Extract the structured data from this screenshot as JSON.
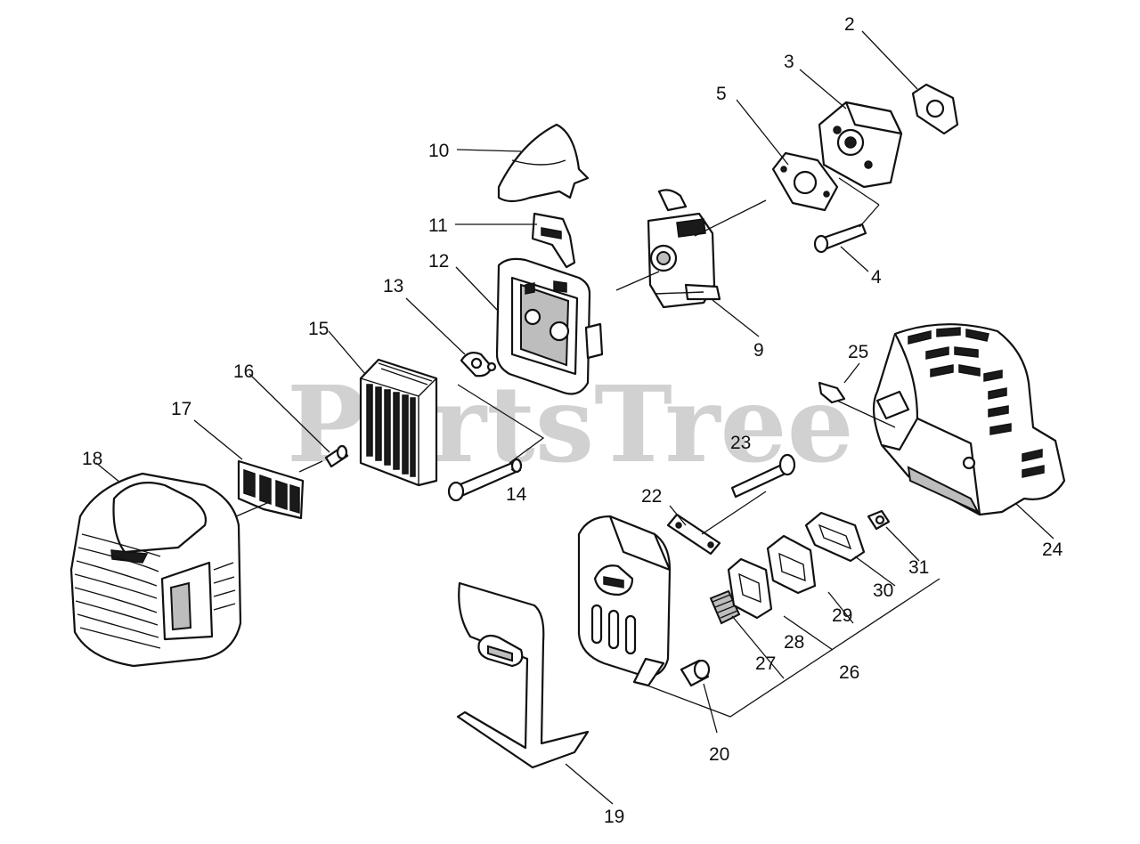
{
  "watermark": "PartsTree",
  "callouts": [
    "2",
    "3",
    "4",
    "5",
    "9",
    "10",
    "11",
    "12",
    "13",
    "14",
    "15",
    "16",
    "17",
    "18",
    "19",
    "20",
    "22",
    "23",
    "24",
    "25",
    "26",
    "27",
    "28",
    "29",
    "30",
    "31"
  ]
}
